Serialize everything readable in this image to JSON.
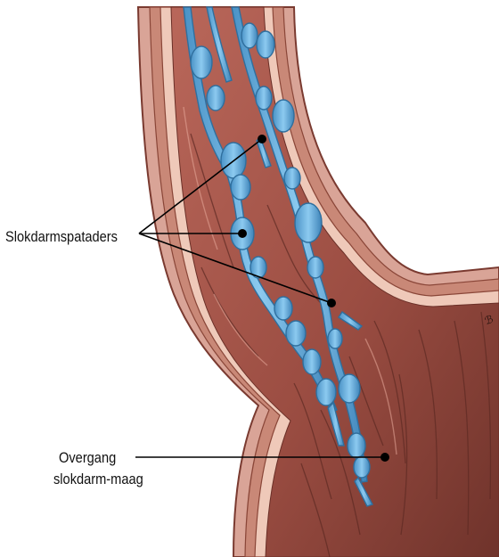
{
  "labels": {
    "varices": "Slokdarmspataders",
    "junction_line1": "Overgang",
    "junction_line2": "slokdarm-maag"
  },
  "signature": "ℬ",
  "colors": {
    "outer_wall": "#d9a497",
    "wall_stroke": "#7a3a30",
    "muscle_layer": "#c98877",
    "inner_layer": "#efc9b9",
    "lumen": "#a65448",
    "lumen_dark": "#7e3a31",
    "vein_fill": "#6fb4df",
    "vein_stroke": "#2f6f9e",
    "pointer": "#000000"
  },
  "icons": [
    "esophagus-illustration",
    "varix-vein",
    "pointer-dot"
  ]
}
